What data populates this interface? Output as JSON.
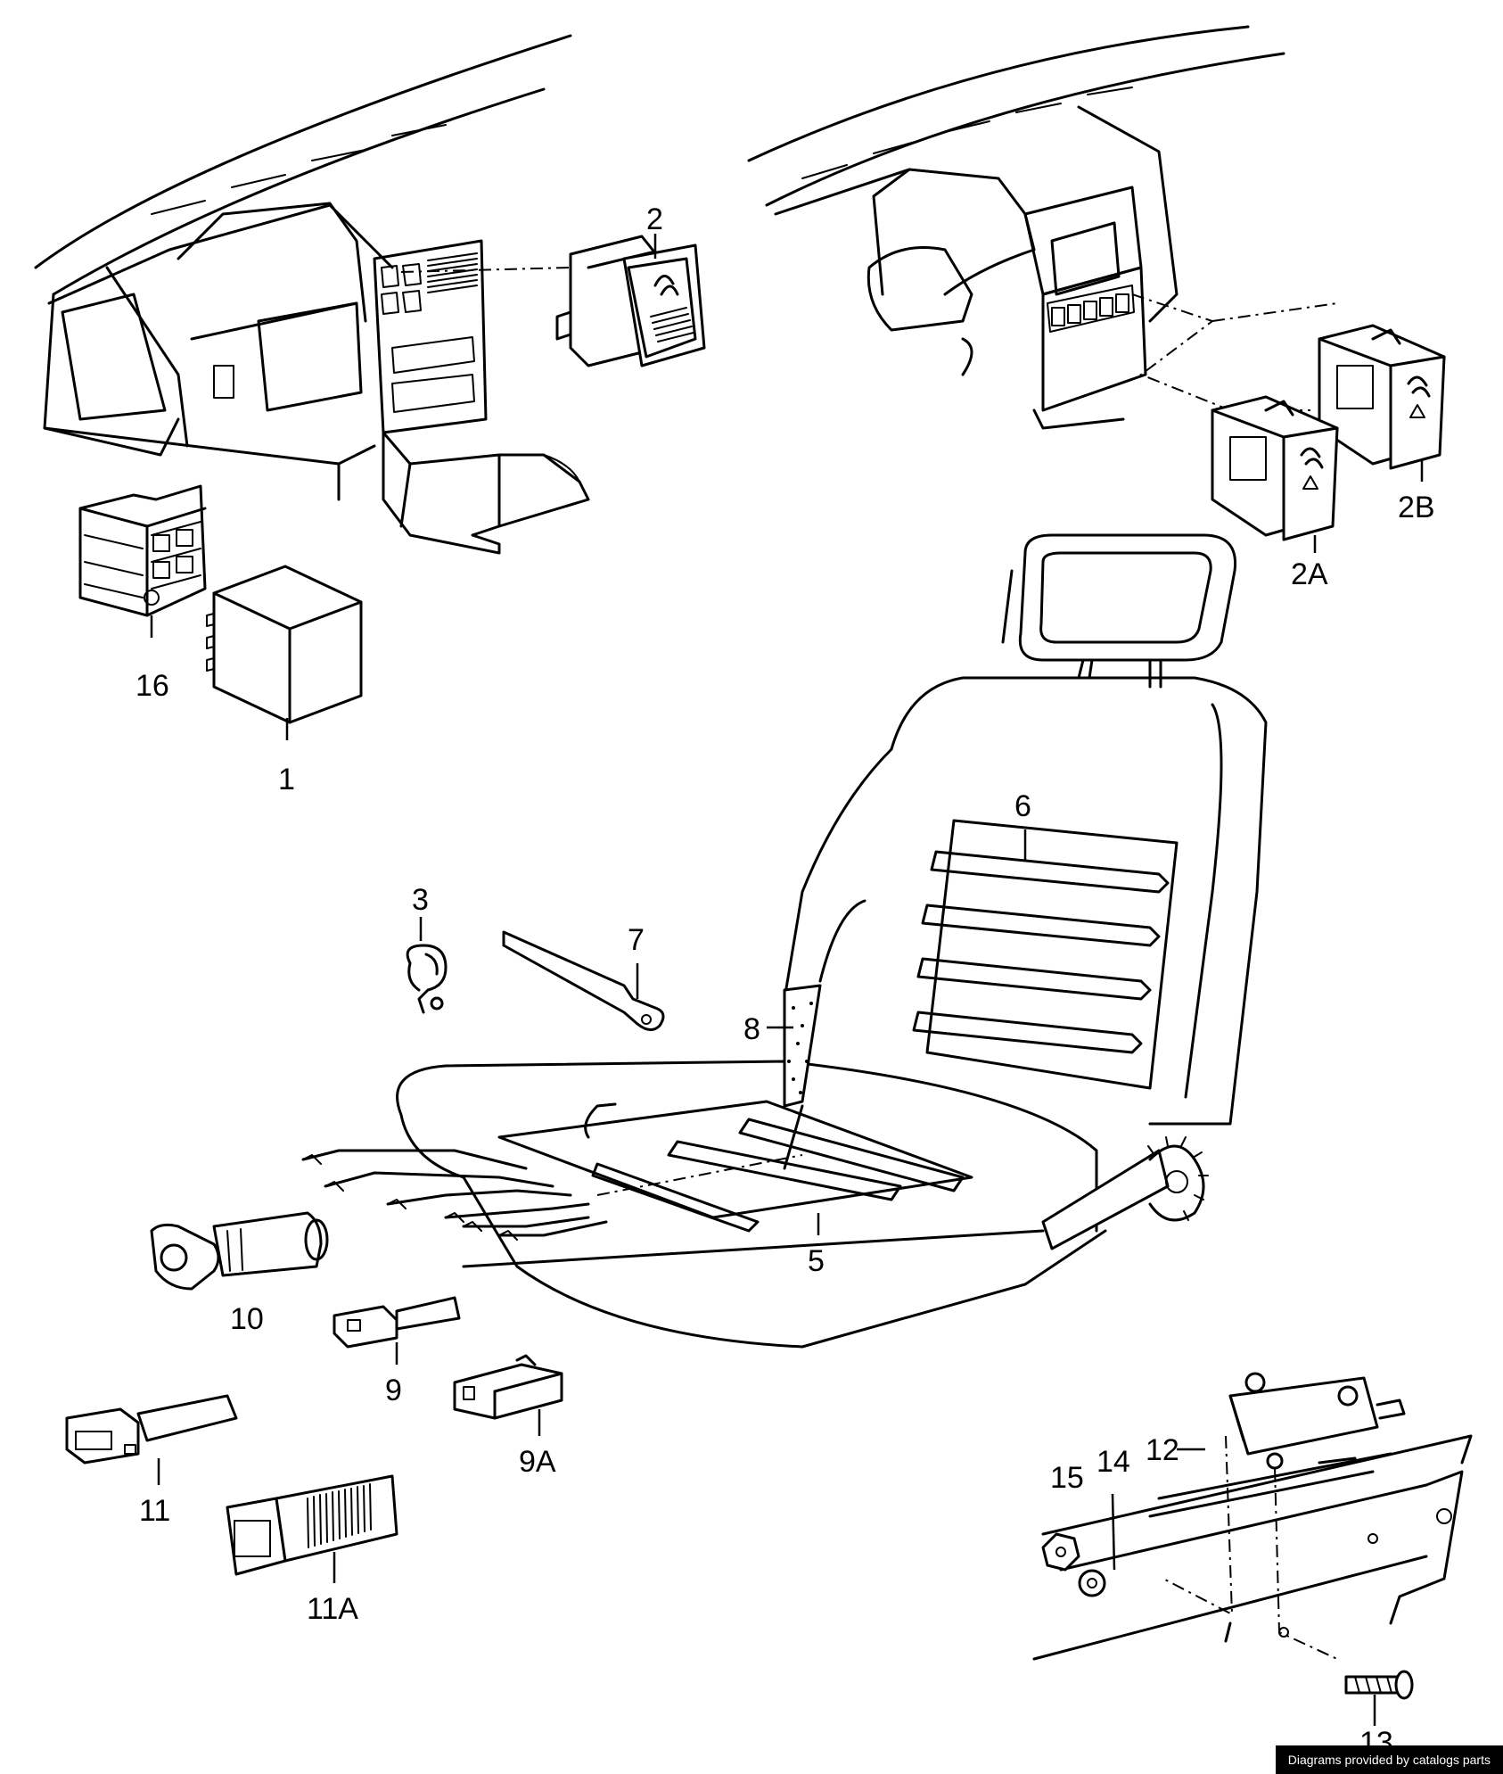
{
  "callouts": [
    {
      "id": "c1",
      "label": "1"
    },
    {
      "id": "c2",
      "label": "2"
    },
    {
      "id": "c2a",
      "label": "2A"
    },
    {
      "id": "c2b",
      "label": "2B"
    },
    {
      "id": "c3",
      "label": "3"
    },
    {
      "id": "c5",
      "label": "5"
    },
    {
      "id": "c6",
      "label": "6"
    },
    {
      "id": "c7",
      "label": "7"
    },
    {
      "id": "c8",
      "label": "8"
    },
    {
      "id": "c9",
      "label": "9"
    },
    {
      "id": "c9a",
      "label": "9A"
    },
    {
      "id": "c10",
      "label": "10"
    },
    {
      "id": "c11",
      "label": "11"
    },
    {
      "id": "c11a",
      "label": "11A"
    },
    {
      "id": "c12",
      "label": "12"
    },
    {
      "id": "c13",
      "label": "13"
    },
    {
      "id": "c14",
      "label": "14"
    },
    {
      "id": "c15",
      "label": "15"
    },
    {
      "id": "c16",
      "label": "16"
    }
  ],
  "credit": "Diagrams provided by catalogs parts"
}
